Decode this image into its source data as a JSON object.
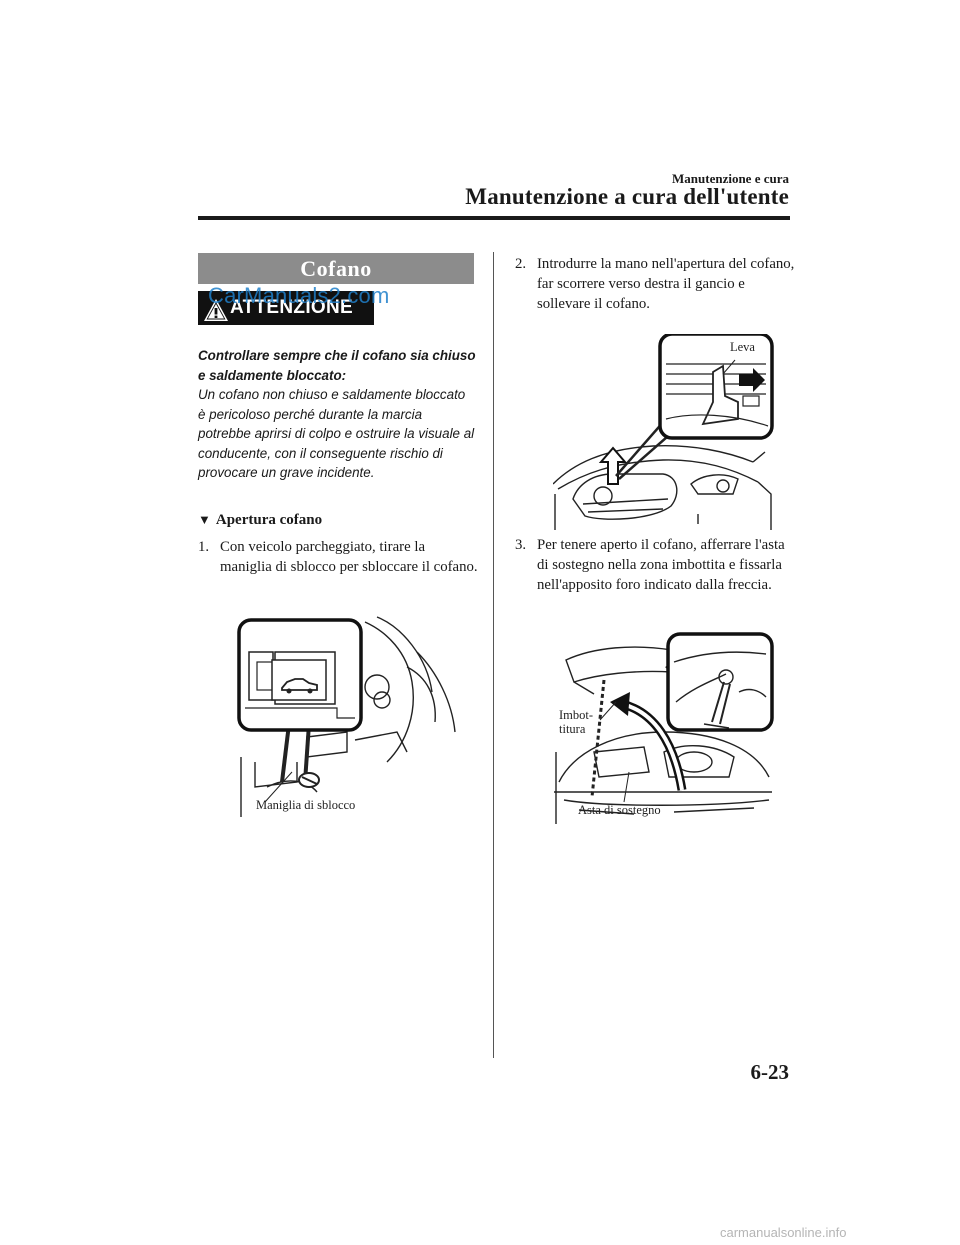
{
  "header": {
    "chapter": "Manutenzione e cura",
    "title": "Manutenzione a cura dell'utente"
  },
  "section": {
    "title": "Cofano"
  },
  "warning": {
    "label": "ATTENZIONE",
    "bold_text": "Controllare sempre che il cofano sia chiuso e saldamente bloccato:",
    "body_text": "Un cofano non chiuso e saldamente bloccato è pericoloso perché durante la marcia potrebbe aprirsi di colpo e ostruire la visuale al conducente, con il conseguente rischio di provocare un grave incidente."
  },
  "subheading": {
    "marker": "▼",
    "text": "Apertura cofano"
  },
  "steps": [
    {
      "num": "1.",
      "text": "Con veicolo parcheggiato, tirare la maniglia di sblocco per sbloccare il cofano."
    },
    {
      "num": "2.",
      "text": "Introdurre la mano nell'apertura del cofano, far scorrere verso destra il gancio e sollevare il cofano."
    },
    {
      "num": "3.",
      "text": "Per tenere aperto il cofano, afferrare l'asta di sostegno nella zona imbottita e fissarla nell'apposito foro indicato dalla freccia."
    }
  ],
  "figures": {
    "release_handle_label": "Maniglia di sblocco",
    "lever_label": "Leva",
    "padding_label_1": "Imbot-",
    "padding_label_2": "titura",
    "support_rod_label": "Asta di sostegno"
  },
  "page_number": "6-23",
  "watermark": "CarManuals2.com",
  "footer_watermark": "carmanualsonline.info"
}
